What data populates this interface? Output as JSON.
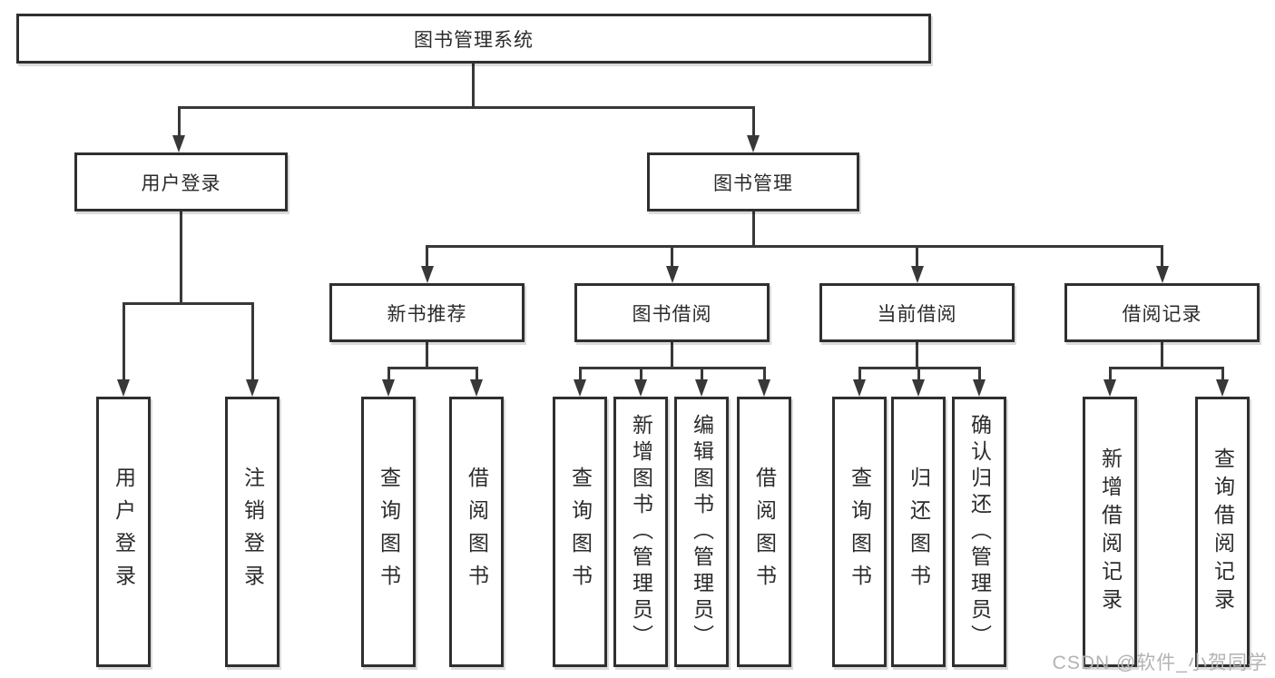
{
  "watermark": "CSDN @软件_小贺同学",
  "colors": {
    "line": "#383838",
    "border": "#2f2f2f",
    "text": "#2b2b2b",
    "background": "#ffffff",
    "watermark": "#b3b3b3"
  },
  "tree": {
    "root": {
      "label": "图书管理系统",
      "children": [
        {
          "label": "用户登录",
          "children": [
            {
              "label": "用户登录"
            },
            {
              "label": "注销登录"
            }
          ]
        },
        {
          "label": "图书管理",
          "children": [
            {
              "label": "新书推荐",
              "children": [
                {
                  "label": "查询图书"
                },
                {
                  "label": "借阅图书"
                }
              ]
            },
            {
              "label": "图书借阅",
              "children": [
                {
                  "label": "查询图书"
                },
                {
                  "label": "新增图书（管理员）"
                },
                {
                  "label": "编辑图书（管理员）"
                },
                {
                  "label": "借阅图书"
                }
              ]
            },
            {
              "label": "当前借阅",
              "children": [
                {
                  "label": "查询图书"
                },
                {
                  "label": "归还图书"
                },
                {
                  "label": "确认归还（管理员）"
                }
              ]
            },
            {
              "label": "借阅记录",
              "children": [
                {
                  "label": "新增借阅记录"
                },
                {
                  "label": "查询借阅记录"
                }
              ]
            }
          ]
        }
      ]
    }
  }
}
